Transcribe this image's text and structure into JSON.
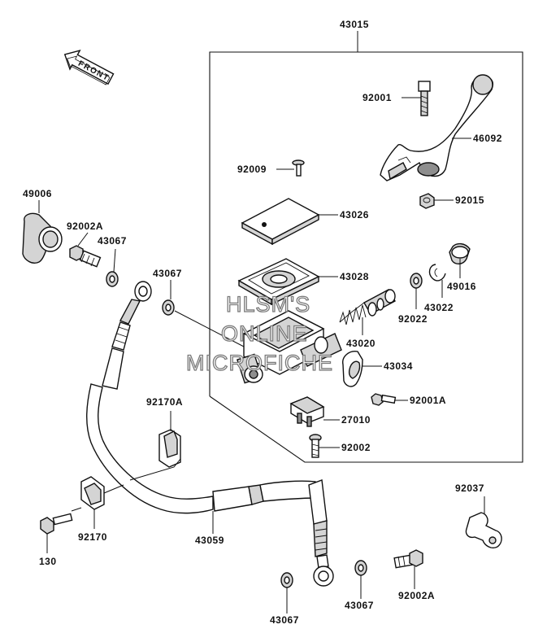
{
  "labels": {
    "assembly": "43015",
    "lever": "46092",
    "lever_bolt": "92001",
    "lever_nut": "92015",
    "reservoir_screw": "92009",
    "reservoir_cap": "43026",
    "diaphragm": "43028",
    "boot": "49016",
    "circlip": "43022",
    "washer_small": "92022",
    "piston_set": "43020",
    "clamp": "43034",
    "clamp_bolt": "92001A",
    "switch": "27010",
    "switch_screw": "92002",
    "banjo_cap": "49006",
    "banjo_bolt_upper": "92002A",
    "gasket_upper_a": "43067",
    "gasket_upper_b": "43067",
    "hose_clamp_a": "92170A",
    "hose_clamp": "92170",
    "clamp_bolt_small": "130",
    "hose": "43059",
    "hose_bracket": "92037",
    "gasket_lower_a": "43067",
    "gasket_lower_b": "43067",
    "banjo_bolt_lower": "92002A"
  },
  "front_arrow": {
    "text": "FRONT"
  },
  "watermark": {
    "line1": "HLSM'S",
    "line2": "ONLINE",
    "line3": "MICROFICHE"
  }
}
